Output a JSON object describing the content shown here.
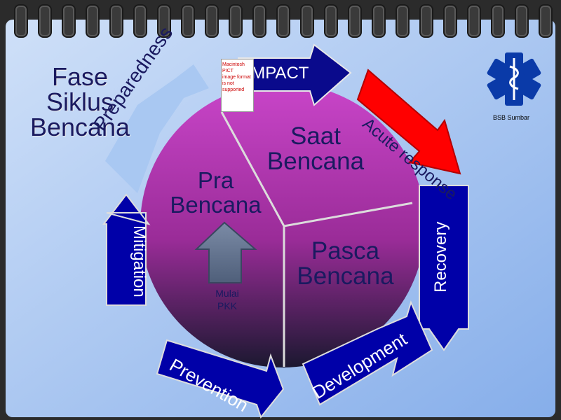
{
  "title": {
    "line1": "Fase",
    "line2": "Siklus",
    "line3": "Bencana"
  },
  "logo": {
    "caption": "BSB Sumbar",
    "icon": "star-of-life-icon"
  },
  "placeholder": {
    "line1": "Macintosh PICT",
    "line2": "image format",
    "line3": "is not supported"
  },
  "circle": {
    "sector_top": {
      "line1": "Saat",
      "line2": "Bencana"
    },
    "sector_left": {
      "line1": "Pra",
      "line2": "Bencana"
    },
    "sector_bottom": {
      "line1": "Pasca",
      "line2": "Bencana"
    }
  },
  "arrows": {
    "impact": "IMPACT",
    "preparedness": "Preparedness",
    "acute_response": "Acute response",
    "recovery": "Recovery",
    "development": "Development",
    "prevention": "Prevention",
    "mitigation": "Mitigation"
  },
  "start": {
    "line1": "Mulai",
    "line2": "PKK"
  },
  "colors": {
    "background": "#a9c8f2",
    "circle_top": "#c53cc2",
    "circle_bottom": "#1a1a2e",
    "impact_arrow": "#0a0a8c",
    "acute_arrow": "#ff0000",
    "cycle_arrow": "#0000a8",
    "text": "#1a1a60"
  }
}
